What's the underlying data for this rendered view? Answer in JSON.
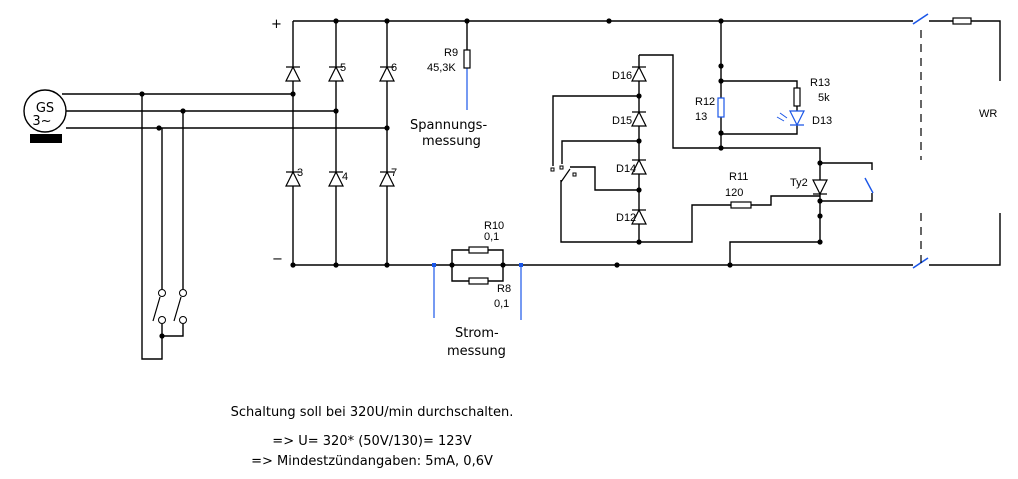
{
  "generator": {
    "name": "GS",
    "phase": "3~"
  },
  "rails": {
    "plus": "+",
    "minus": "−"
  },
  "bridge_diodes": [
    "5",
    "6",
    "3",
    "4",
    "7"
  ],
  "components": {
    "r9": {
      "name": "R9",
      "value": "45,3K"
    },
    "r10": {
      "name": "R10",
      "value": "0,1"
    },
    "r8": {
      "name": "R8",
      "value": "0,1"
    },
    "r12": {
      "name": "R12",
      "value": "13"
    },
    "r13": {
      "name": "R13",
      "value": "5k"
    },
    "d13": {
      "name": "D13"
    },
    "r11": {
      "name": "R11",
      "value": "120"
    },
    "ty2": {
      "name": "Ty2"
    },
    "d16": {
      "name": "D16"
    },
    "d15": {
      "name": "D15"
    },
    "d14": {
      "name": "D14"
    },
    "d12": {
      "name": "D12"
    }
  },
  "measurements": {
    "voltage": [
      "Spannungs-",
      "messung"
    ],
    "current": [
      "Strom-",
      "messung"
    ]
  },
  "load": "WR",
  "notes": [
    "Schaltung soll bei 320U/min  durchschalten.",
    "=> U= 320* (50V/130)= 123V",
    "=> Mindestzündangaben: 5mA, 0,6V"
  ],
  "colors": {
    "wire": "#000000",
    "highlight": "#1a56e8"
  }
}
